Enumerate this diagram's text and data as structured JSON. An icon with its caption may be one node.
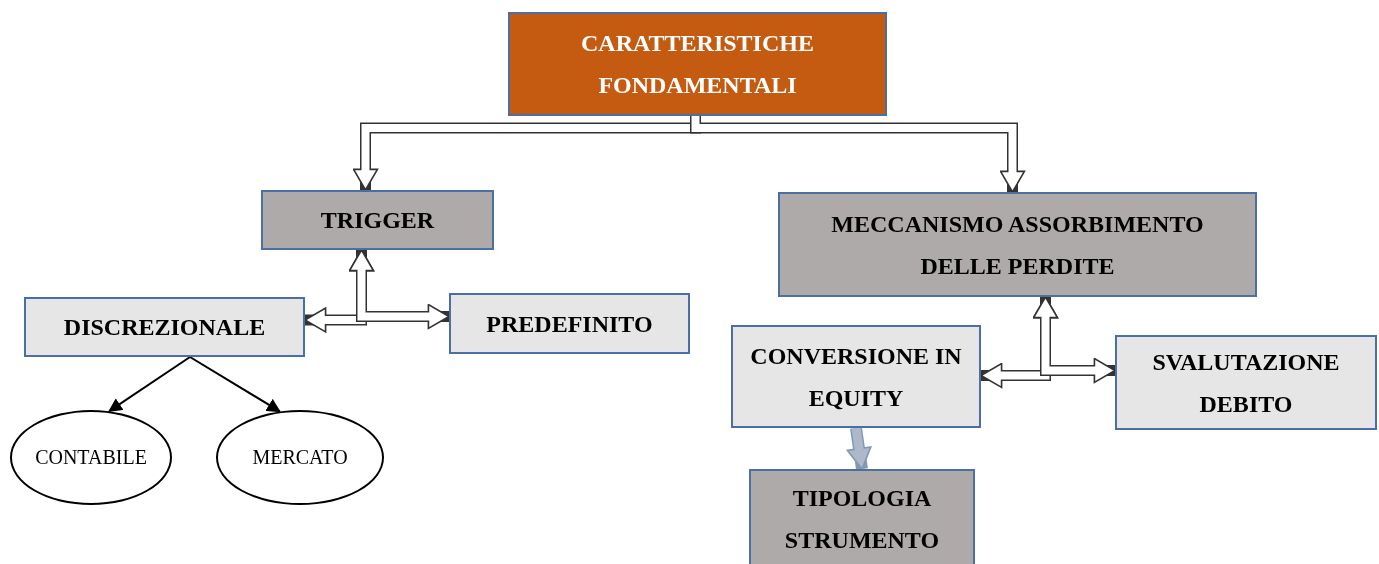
{
  "diagram": {
    "nodes": [
      {
        "text": [
          "CARATTERISTICHE FONDAMENTALI"
        ]
      },
      {
        "text": [
          "TRIGGER"
        ]
      },
      {
        "text": [
          "MECCANISMO ASSORBIMENTO DELLE PERDITE"
        ]
      },
      {
        "text": [
          "DISCREZIONALE"
        ]
      },
      {
        "text": [
          "PREDEFINITO"
        ]
      },
      {
        "text": [
          "CONVERSIONE IN EQUITY"
        ]
      },
      {
        "text": [
          "SVALUTAZIONE DEBITO"
        ]
      },
      {
        "text": [
          "CONTABILE"
        ]
      },
      {
        "text": [
          "MERCATO"
        ]
      },
      {
        "text": [
          "TIPOLOGIA STRUMENTO"
        ]
      }
    ],
    "edges": [
      {
        "from": 0,
        "to": 1,
        "arrow": "to"
      },
      {
        "from": 0,
        "to": 2,
        "arrow": "to"
      },
      {
        "from": 3,
        "to": 1,
        "arrow": "both"
      },
      {
        "from": 4,
        "to": 1,
        "arrow": "both"
      },
      {
        "from": 5,
        "to": 2,
        "arrow": "both"
      },
      {
        "from": 6,
        "to": 2,
        "arrow": "both"
      },
      {
        "from": 5,
        "to": 9,
        "arrow": "to",
        "color": "#8497b0"
      },
      {
        "from": 3,
        "to": 7,
        "arrow": "to"
      },
      {
        "from": 3,
        "to": 8,
        "arrow": "to"
      }
    ]
  }
}
